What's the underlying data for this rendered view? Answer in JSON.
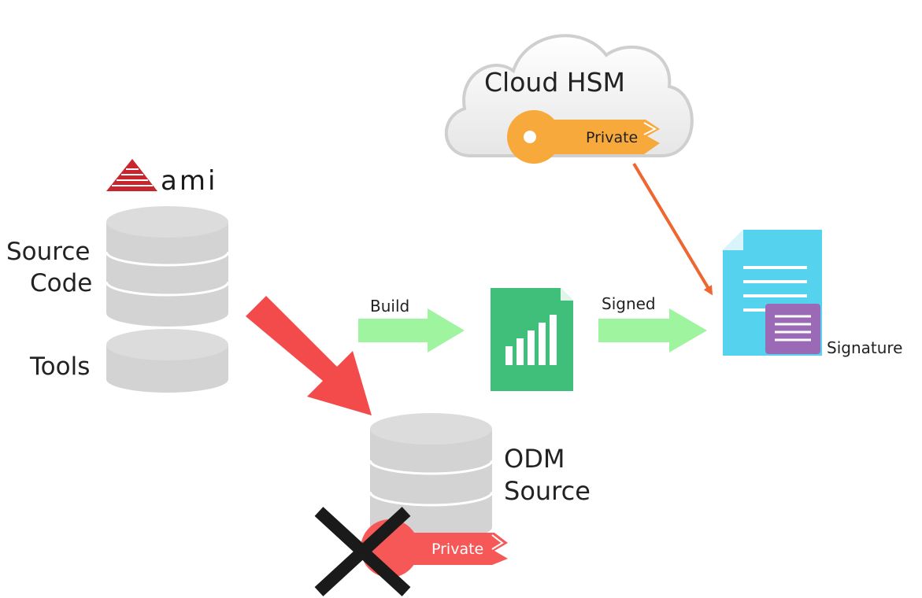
{
  "brand": {
    "logo_text": "ami"
  },
  "cloud": {
    "label": "Cloud HSM",
    "key_label": "Private"
  },
  "source": {
    "line1": "Source",
    "line2": "Code"
  },
  "tools": {
    "label": "Tools"
  },
  "build": {
    "label": "Build"
  },
  "signed": {
    "label": "Signed"
  },
  "signature": {
    "label": "Signature"
  },
  "odm": {
    "line1": "ODM",
    "line2": "Source",
    "key_label": "Private"
  },
  "colors": {
    "db_gray": "#d3d3d3",
    "flow_green": "#9ff59f",
    "file_green": "#3fbf7a",
    "doc_blue": "#55d3ee",
    "sig_purple": "#9b6ab7",
    "key_orange": "#f7a93c",
    "key_red": "#f65858",
    "arrow_red": "#f34b4b",
    "arrow_orange": "#ef6631",
    "brand_red": "#c8262c"
  }
}
